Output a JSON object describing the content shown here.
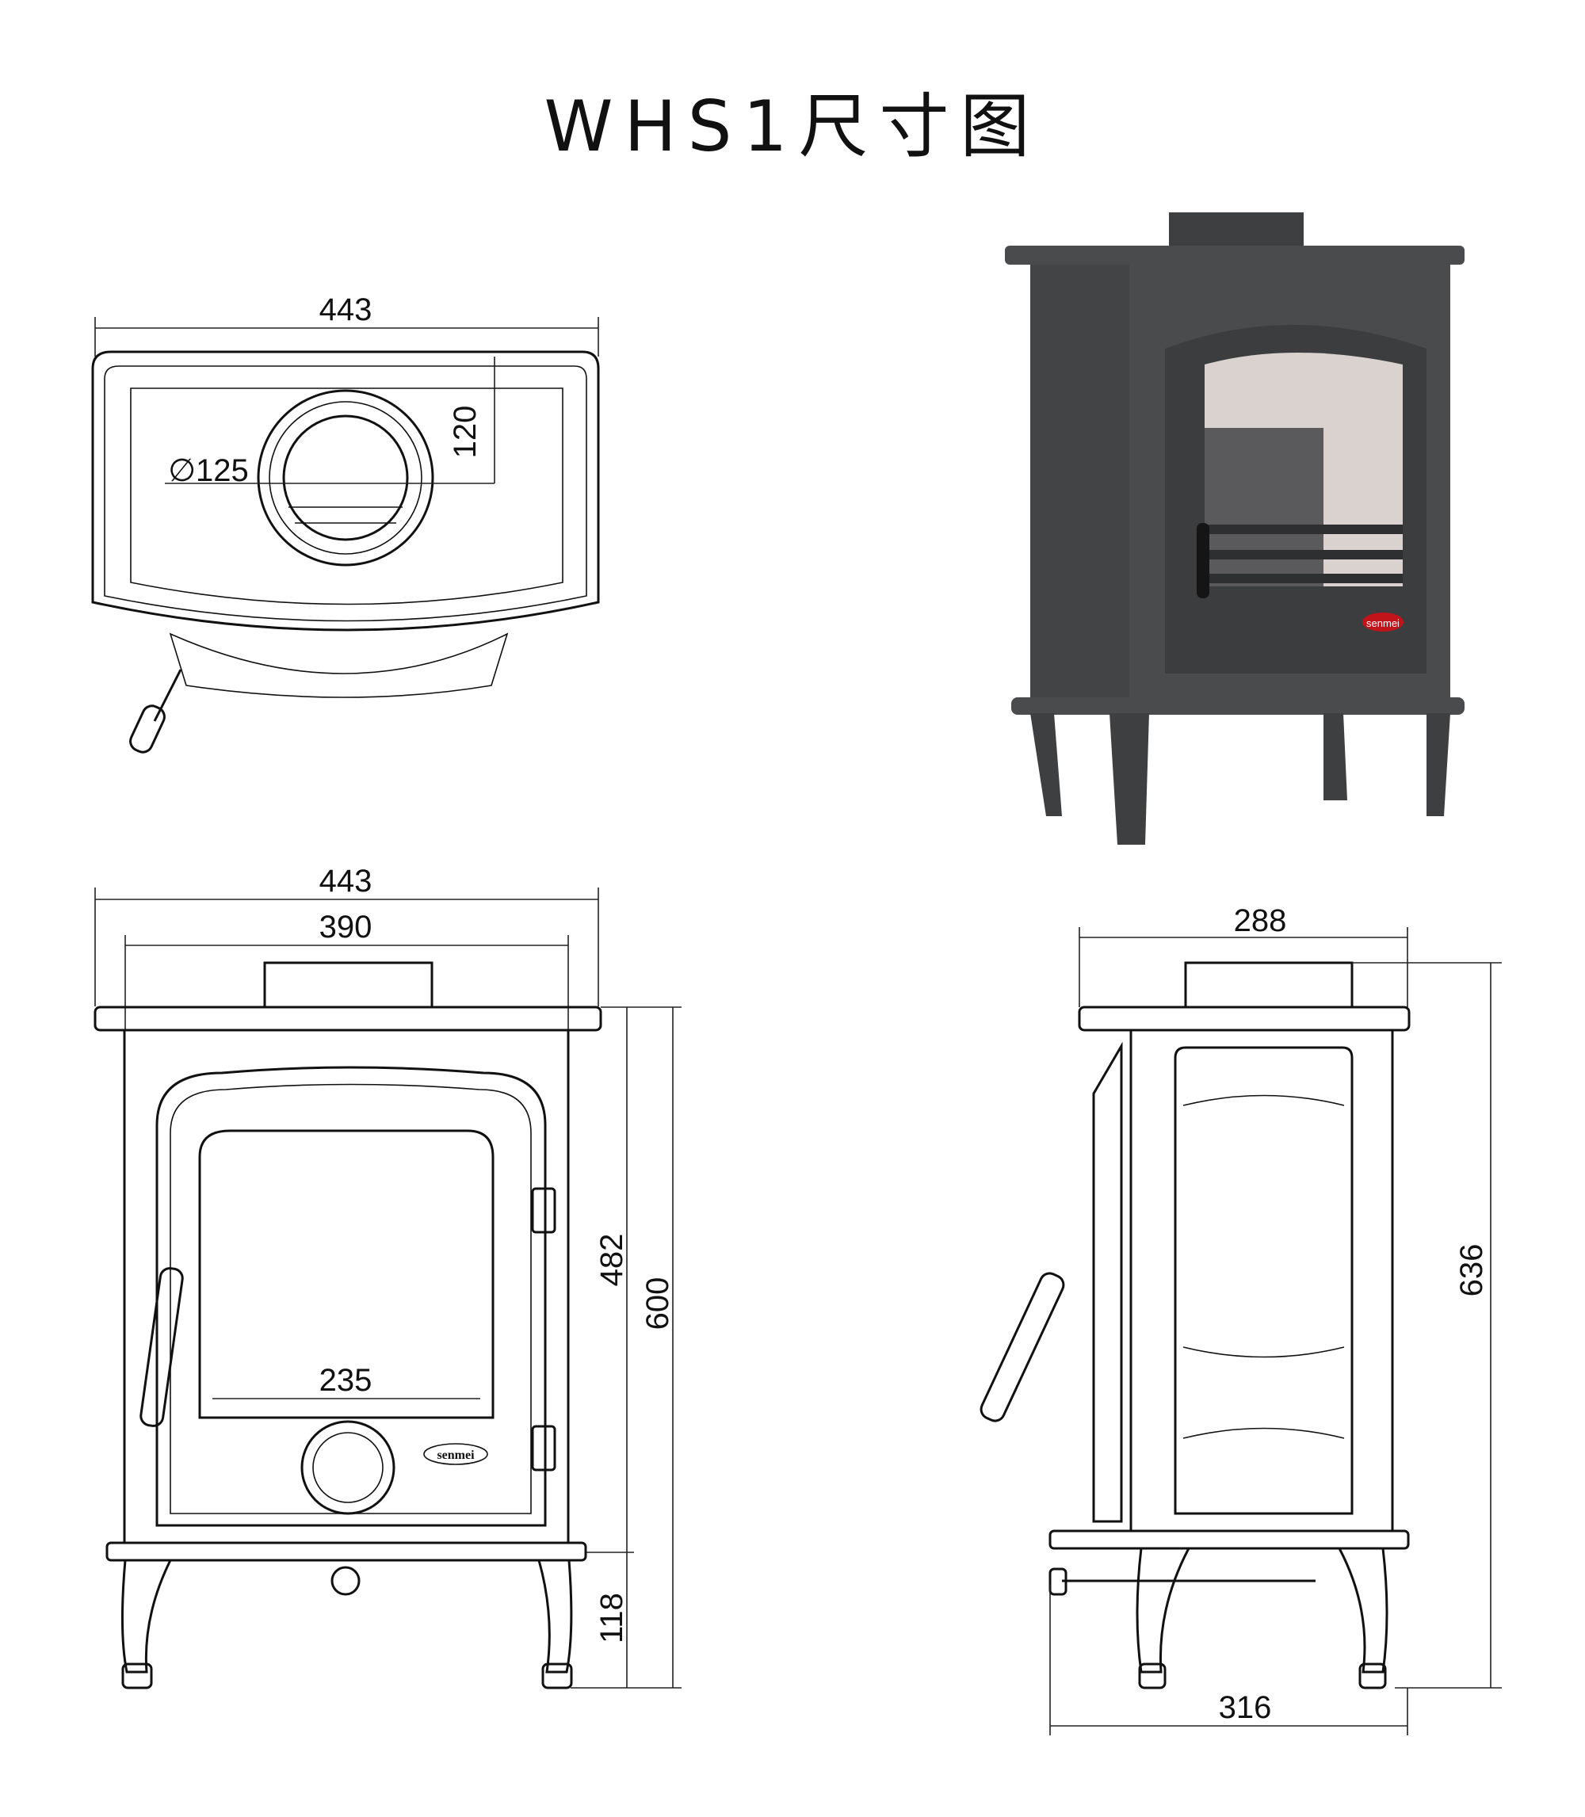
{
  "title": "WHS1尺寸图",
  "top_view": {
    "width_label": "443",
    "flue_offset_label": "120",
    "flue_diameter_label": "∅125"
  },
  "front_view": {
    "overall_width_label": "443",
    "body_width_label": "390",
    "glass_width_label": "235",
    "body_height_label": "482",
    "total_height_label": "600",
    "leg_height_label": "118",
    "logo_text": "senmei"
  },
  "side_view": {
    "top_depth_label": "288",
    "base_depth_label": "316",
    "total_height_label": "636"
  },
  "render": {
    "logo_text": "senmei",
    "body_color": "#4a4b4d",
    "glass_color": "#d9d2ce",
    "logo_color": "#c0141a"
  }
}
